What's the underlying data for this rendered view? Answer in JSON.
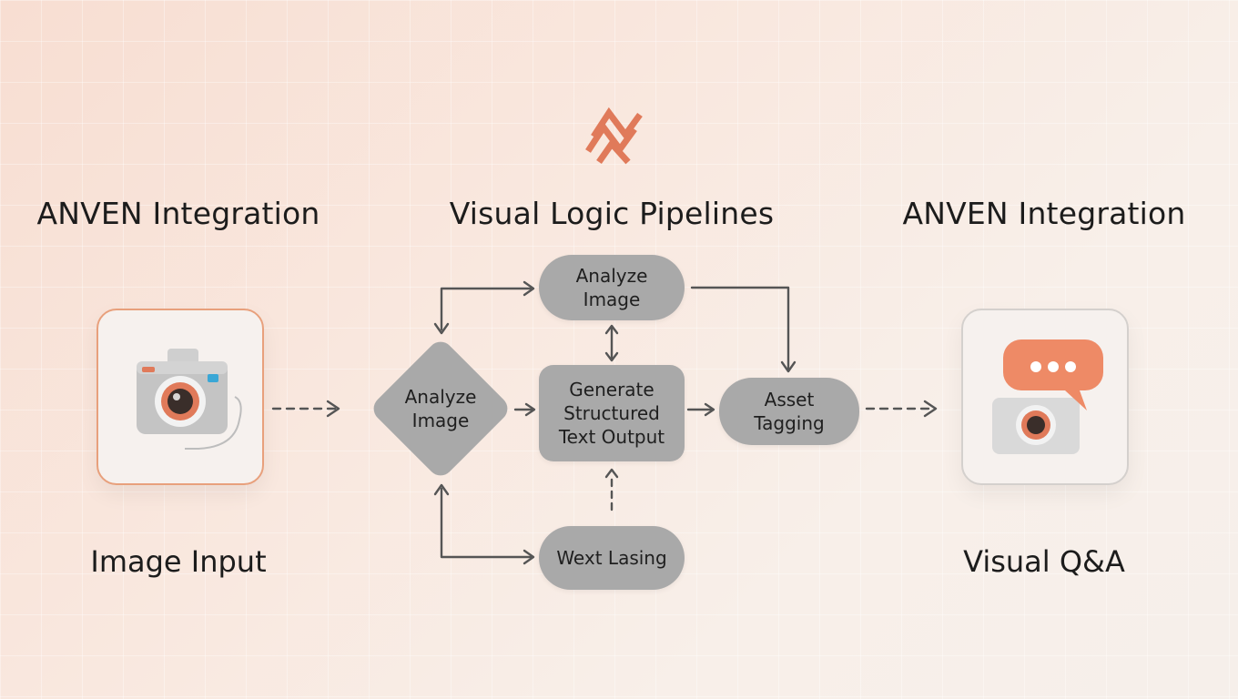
{
  "left": {
    "heading": "ANVEN Integration",
    "caption": "Image Input"
  },
  "center": {
    "heading": "Visual Logic Pipelines",
    "nodes": {
      "analyze_top": "Analyze\nImage",
      "analyze_diamond": "Analyze\nImage",
      "generate": "Generate\nStructured\nText Output",
      "wext": "Wext Lasing",
      "asset": "Asset\nTagging"
    }
  },
  "right": {
    "heading": "ANVEN Integration",
    "caption": "Visual Q&A"
  },
  "colors": {
    "accent": "#e07a5a",
    "node_fill": "#a9a9a9",
    "arrow": "#555555",
    "left_card_border": "#e8a07c",
    "right_card_border": "#d4d0cd"
  },
  "icons": {
    "logo": "chevron-zigzag-logo-icon",
    "left": "camera-icon",
    "right": "chat-bubble-camera-icon"
  }
}
